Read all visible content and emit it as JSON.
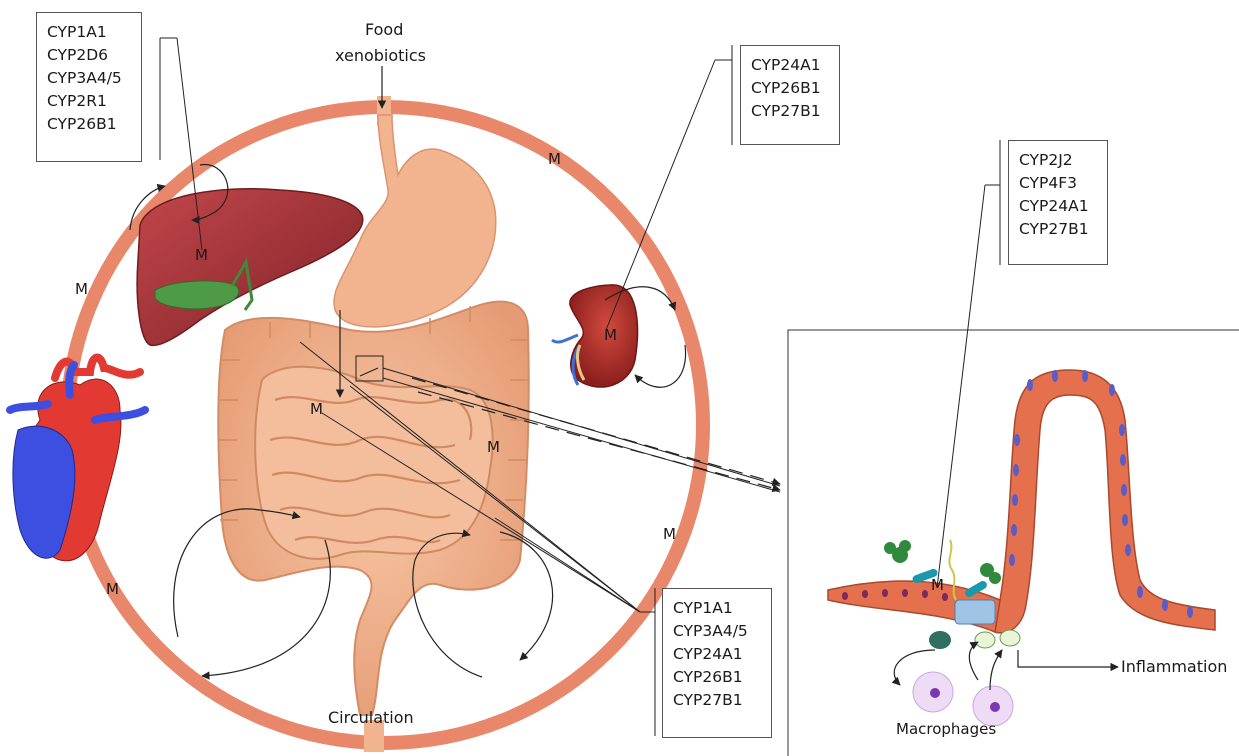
{
  "diagram": {
    "food_label_line1": "Food",
    "food_label_line2": "xenobiotics",
    "circulation_label": "Circulation",
    "macrophages_label": "Macrophages",
    "inflammation_label": "Inflammation",
    "metabolism_marker": "M",
    "liver_cyps": [
      "CYP1A1",
      "CYP2D6",
      "CYP3A4/5",
      "CYP2R1",
      "CYP26B1"
    ],
    "kidney_cyps": [
      "CYP24A1",
      "CYP26B1",
      "CYP27B1"
    ],
    "epithelium_cyps": [
      "CYP2J2",
      "CYP4F3",
      "CYP24A1",
      "CYP27B1"
    ],
    "intestine_cyps": [
      "CYP1A1",
      "CYP3A4/5",
      "CYP24A1",
      "CYP26B1",
      "CYP27B1"
    ],
    "colors": {
      "circulation_ring": "#e8876a",
      "intestine": "#f2b48e",
      "liver": "#a8343a",
      "kidney": "#b8322e",
      "heart_blue": "#3d4fe0",
      "heart_red": "#e23a33",
      "villus": "#e4704e"
    }
  }
}
